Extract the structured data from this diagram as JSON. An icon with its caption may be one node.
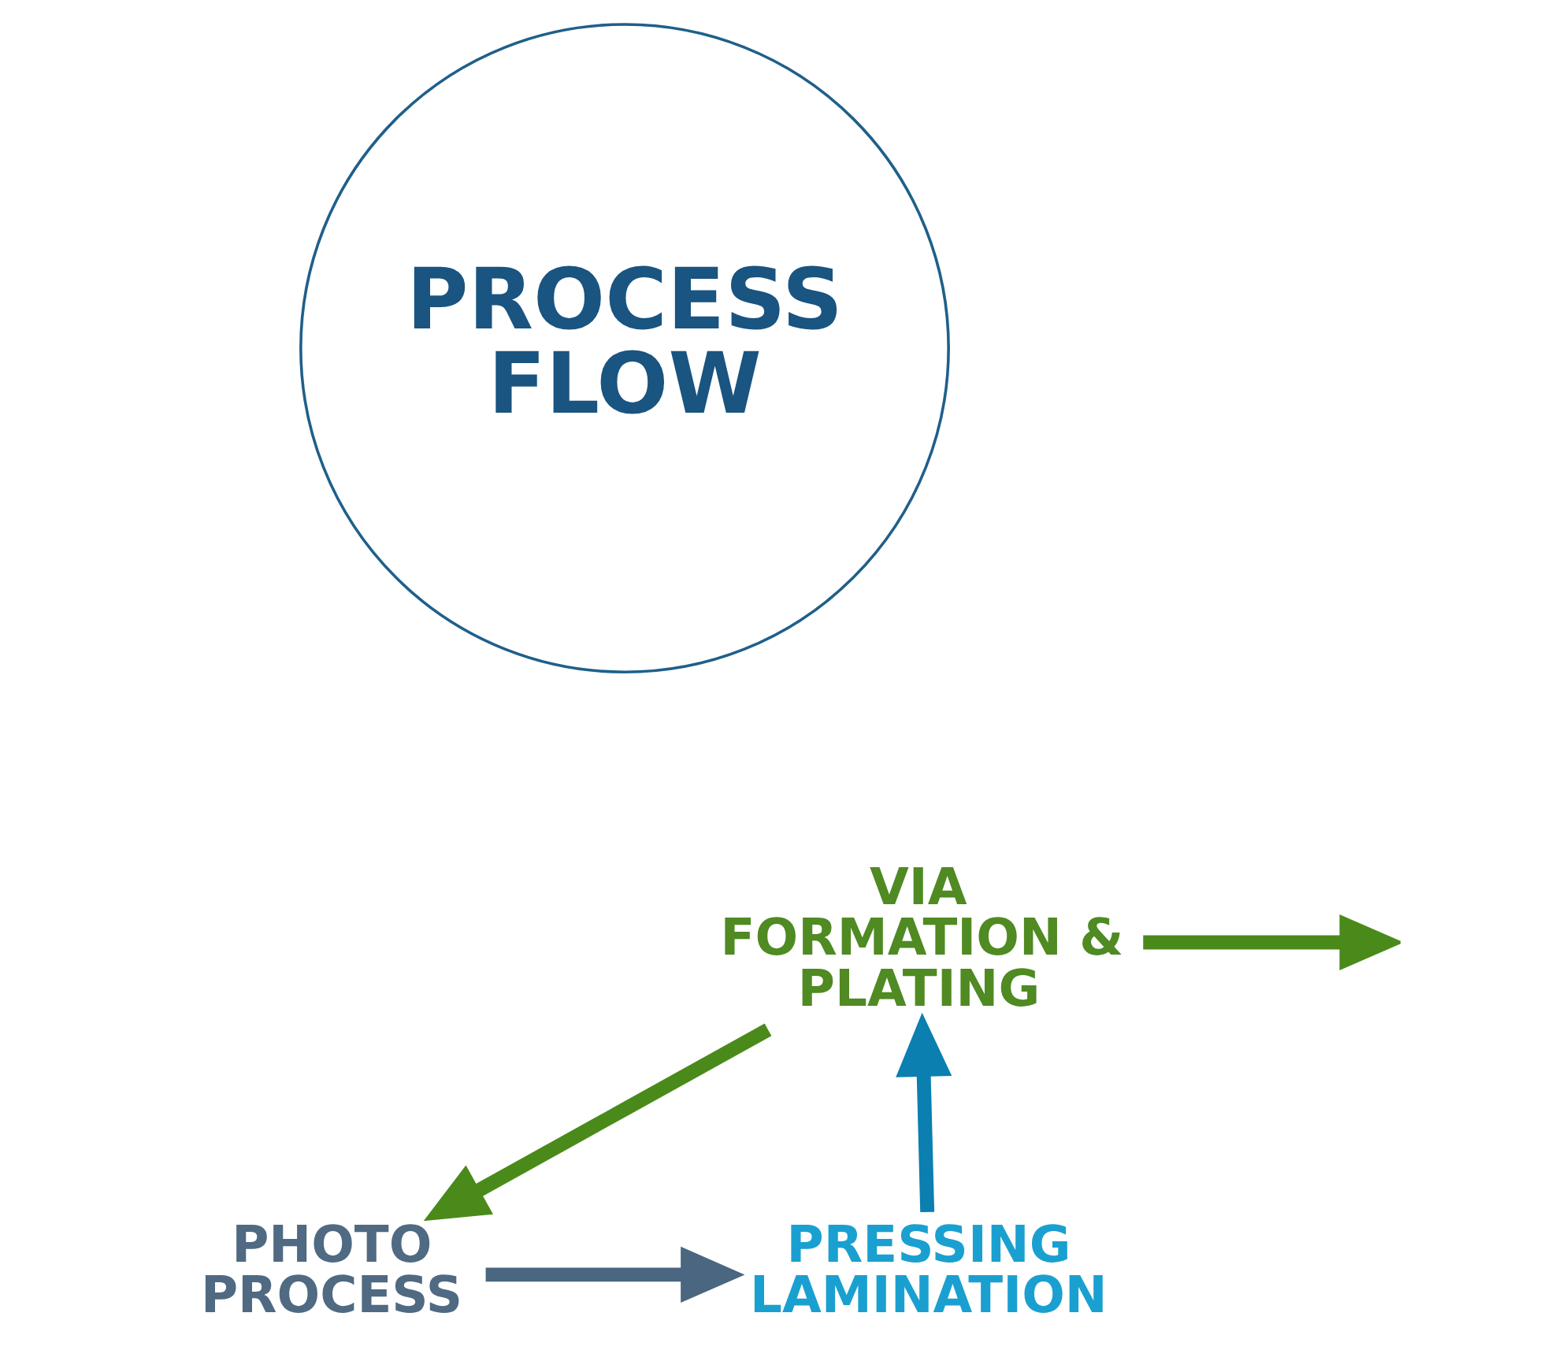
{
  "diagram": {
    "nodes": [
      {
        "text": [
          "PROCESS FLOW"
        ]
      },
      {
        "text": [
          "PHOTO PROCESS"
        ]
      },
      {
        "text": [
          "PRESSING LAMINATION"
        ]
      },
      {
        "text": [
          "VIA FORMATION & PLATING"
        ]
      }
    ],
    "edges": [
      {
        "from": 1,
        "to": 2,
        "arrow": "to",
        "color": "#4a6680"
      },
      {
        "from": 2,
        "to": 3,
        "arrow": "to",
        "color": "#0a7fb0"
      },
      {
        "from": 3,
        "to": 1,
        "arrow": "to",
        "color": "#4a8a1a"
      },
      {
        "from": 3,
        "to": null,
        "arrow": "to",
        "color": "#4a8a1a"
      }
    ]
  }
}
